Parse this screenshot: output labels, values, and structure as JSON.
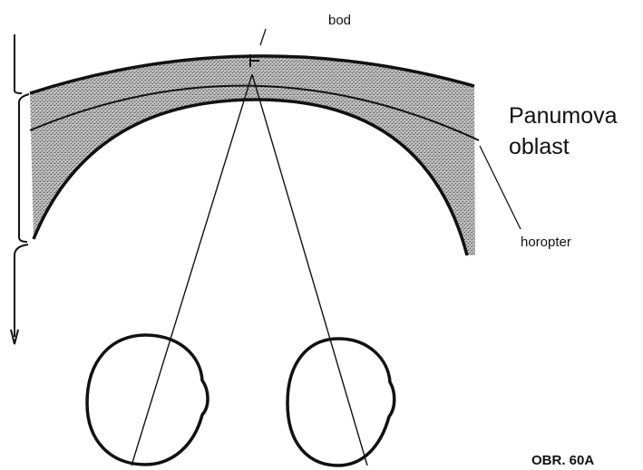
{
  "labels": {
    "point": "bod",
    "area_line1": "Panumova",
    "area_line2": "oblast",
    "horopter": "horopter",
    "figure_id": "OBR. 60A"
  },
  "colors": {
    "ink": "#111111",
    "region_fill": "#9d9d9d",
    "background": "#ffffff"
  }
}
